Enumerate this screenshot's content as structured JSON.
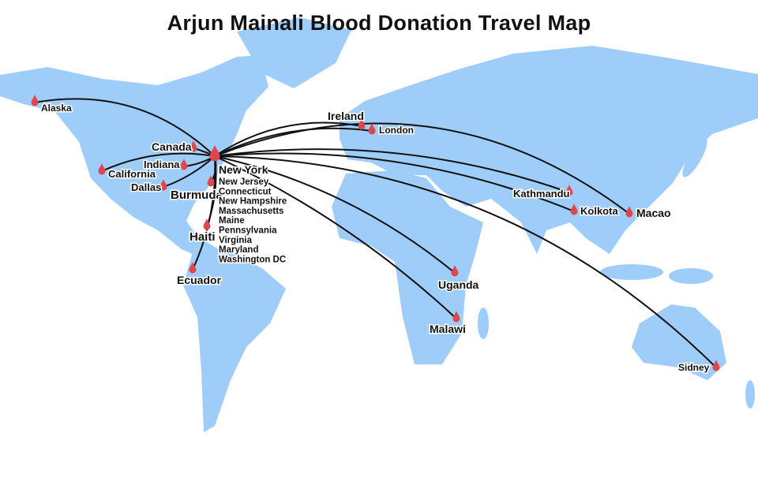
{
  "title": "Arjun Mainali Blood Donation Travel Map",
  "colors": {
    "land": "#9fcdfa",
    "ocean": "#ffffff",
    "marker": "#e0474c",
    "route": "#111111"
  },
  "origin": {
    "label": "New York"
  },
  "origin_list": [
    "New Jersey",
    "Connecticut",
    "New Hampshire",
    "Massachusetts",
    "Maine",
    "Pennsylvania",
    "Virginia",
    "Maryland",
    "Washington DC"
  ],
  "destinations": [
    {
      "label": "Alaska"
    },
    {
      "label": "Canada"
    },
    {
      "label": "Indiana"
    },
    {
      "label": "California"
    },
    {
      "label": "Dallas"
    },
    {
      "label": "Burmuda"
    },
    {
      "label": "Haiti"
    },
    {
      "label": "Ecuador"
    },
    {
      "label": "Ireland"
    },
    {
      "label": "London"
    },
    {
      "label": "Kathmandu"
    },
    {
      "label": "Kolkota"
    },
    {
      "label": "Macao"
    },
    {
      "label": "Uganda"
    },
    {
      "label": "Malawi"
    },
    {
      "label": "Sidney"
    }
  ]
}
